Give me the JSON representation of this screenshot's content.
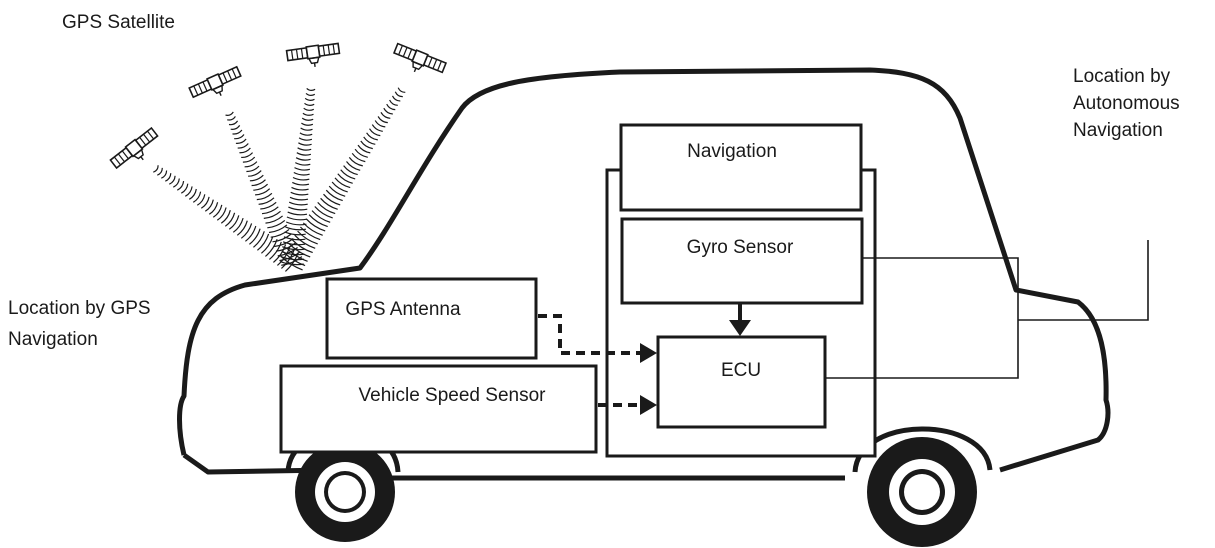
{
  "labels": {
    "gps_satellite": "GPS Satellite",
    "location_gps": [
      "Location by GPS",
      "Navigation"
    ],
    "location_autonomous": [
      "Location by",
      "Autonomous",
      "Navigation"
    ]
  },
  "boxes": {
    "navigation": "Navigation",
    "gyro_sensor": "Gyro Sensor",
    "gps_antenna": "GPS Antenna",
    "ecu": "ECU",
    "vehicle_speed_sensor": "Vehicle Speed Sensor"
  },
  "colors": {
    "ink": "#1a1a1a",
    "background": "#ffffff"
  },
  "icons": [
    "satellite-icon",
    "signal-wave-icon",
    "car-outline-icon",
    "wheel-icon",
    "arrow-icon"
  ]
}
